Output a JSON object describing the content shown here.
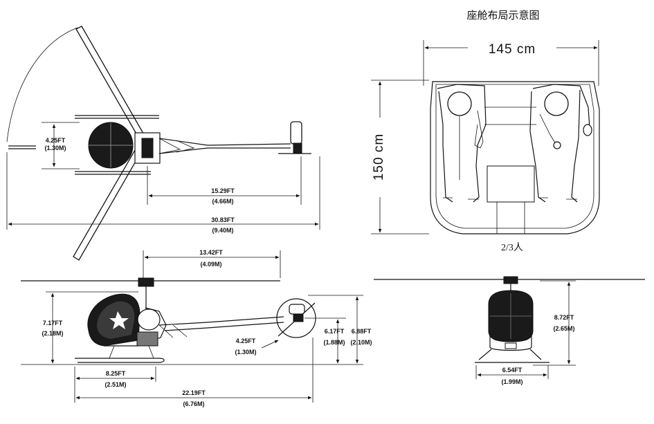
{
  "cabin_title": "座舱布局示意图",
  "cabin_width": "145 cm",
  "cabin_length": "150 cm",
  "seating": "2/3人",
  "top_view": {
    "width_ft": "4.25FT",
    "width_m": "(1.30M)",
    "tail_ft": "15.29FT",
    "tail_m": "(4.66M)",
    "overall_ft": "30.83FT",
    "overall_m": "(9.40M)"
  },
  "side_view": {
    "rotor_ft": "13.42FT",
    "rotor_m": "(4.09M)",
    "height_ft": "7.17FT",
    "height_m": "(2.18M)",
    "tailrotor_ft": "4.25FT",
    "tailrotor_m": "(1.30M)",
    "tailhub_ft": "6.17FT",
    "tailhub_m": "(1.88M)",
    "tailtop_ft": "6.88FT",
    "tailtop_m": "(2.10M)",
    "skid_ft": "8.25FT",
    "skid_m": "(2.51M)",
    "length_ft": "22.19FT",
    "length_m": "(6.76M)"
  },
  "front_view": {
    "height_ft": "8.72FT",
    "height_m": "(2.65M)",
    "width_ft": "6.54FT",
    "width_m": "(1.99M)"
  }
}
